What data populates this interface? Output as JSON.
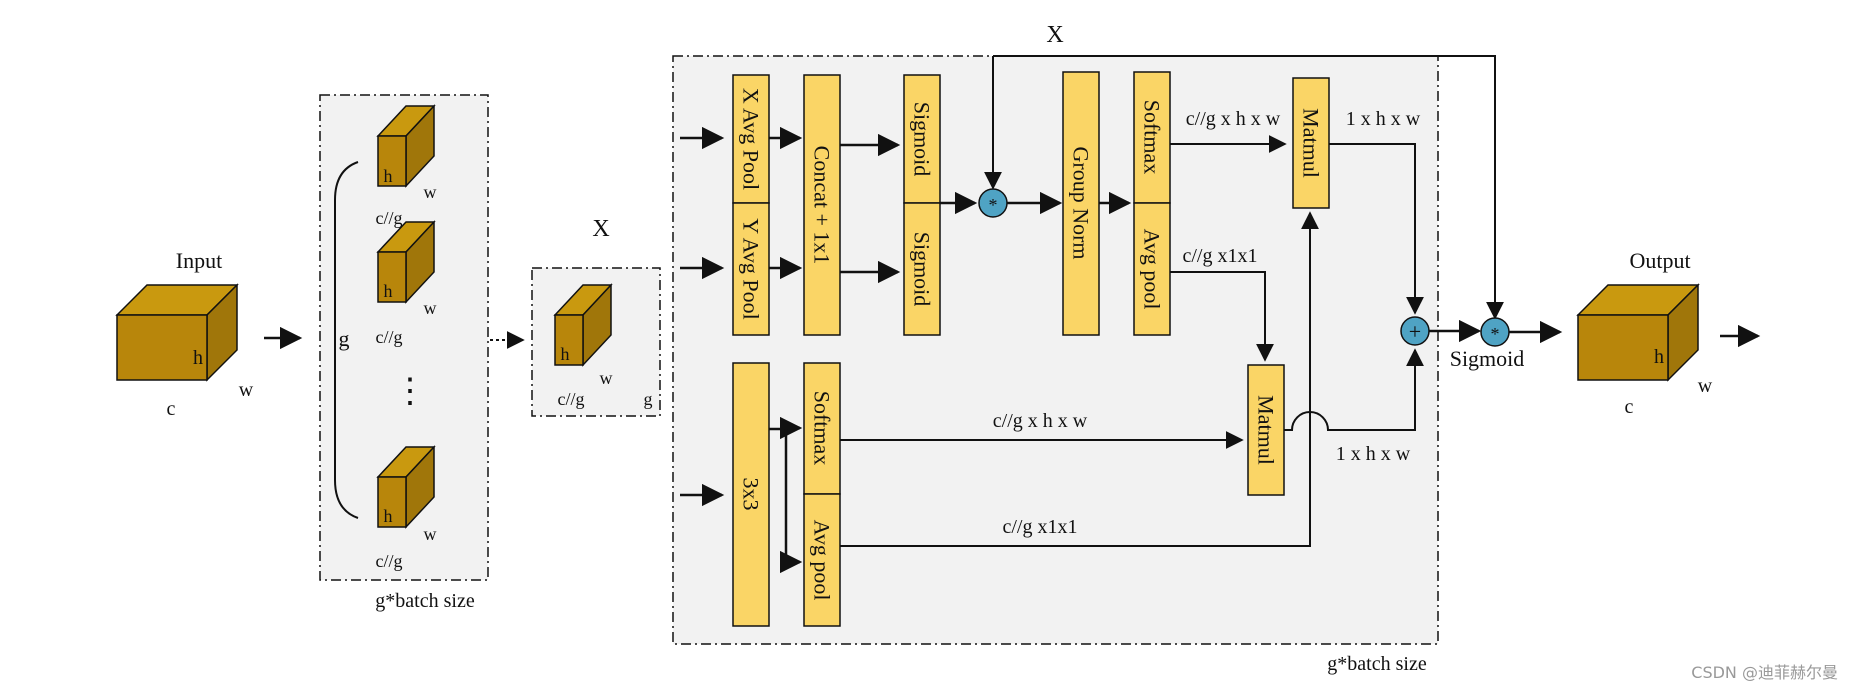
{
  "labels": {
    "input": "Input",
    "output": "Output",
    "x_top": "X",
    "x_mid": "X",
    "g_bracket": "g",
    "g_small": "g",
    "dots": "⋮",
    "batch1": "g*batch size",
    "batch2": "g*batch size",
    "sigmoid_out": "Sigmoid"
  },
  "cube_labels": {
    "h": "h",
    "w": "w",
    "c": "c",
    "cg": "c//g"
  },
  "blocks": {
    "x_avg_pool": "X Avg Pool",
    "y_avg_pool": "Y Avg Pool",
    "concat": "Concat + 1x1",
    "sigmoid1": "Sigmoid",
    "sigmoid2": "Sigmoid",
    "group_norm": "Group Norm",
    "softmax1": "Softmax",
    "avg_pool1": "Avg pool",
    "matmul1": "Matmul",
    "conv3x3": "3x3",
    "softmax2": "Softmax",
    "avg_pool2": "Avg pool",
    "matmul2": "Matmul"
  },
  "edge_labels": {
    "cghw_top": "c//g x h x w",
    "cg11_top": "c//g x1x1",
    "hw_top": "1 x h x w",
    "cghw_bottom": "c//g x h x w",
    "cg11_bottom": "c//g x1x1",
    "hw_bottom": "1 x h x w"
  },
  "ops": {
    "multiply": "*",
    "add": "+"
  },
  "watermark": "CSDN @迪菲赫尔曼",
  "colors": {
    "cube_front": "#B8860B",
    "cube_top": "#C9990F",
    "cube_side": "#A0760A",
    "block_fill": "#FAD566",
    "panel_fill": "#F2F2F2",
    "op_fill": "#4FA3C4"
  }
}
